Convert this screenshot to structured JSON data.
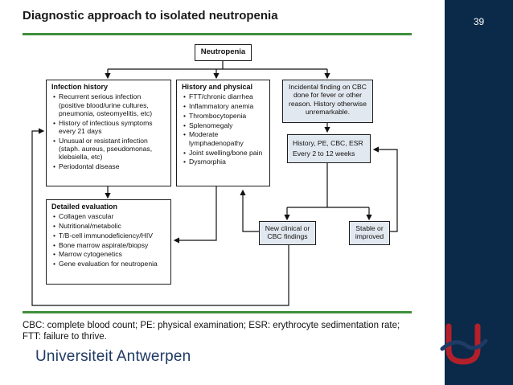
{
  "slide": {
    "title": "Diagnostic approach to isolated neutropenia",
    "page_number": "39"
  },
  "flowchart": {
    "root": "Neutropenia",
    "infection_history": {
      "title": "Infection history",
      "items": [
        "Recurrent serious infection (positive blood/urine cultures, pneumonia, osteomyelitis, etc)",
        "History of infectious symptoms every 21 days",
        "Unusual or resistant infection (staph. aureus, pseudomonas, klebsiella, etc)",
        "Periodontal disease"
      ]
    },
    "history_physical": {
      "title": "History and physical",
      "items": [
        "FTT/chronic diarrhea",
        "Inflammatory anemia",
        "Thrombocytopenia",
        "Splenomegaly",
        "Moderate lymphadenopathy",
        "Joint swelling/bone pain",
        "Dysmorphia"
      ]
    },
    "incidental": "Incidental finding on CBC done for fever or other reason. History otherwise unremarkable.",
    "monitoring": {
      "line1": "History, PE, CBC, ESR",
      "line2": "Every 2 to 12 weeks"
    },
    "detailed_evaluation": {
      "title": "Detailed evaluation",
      "items": [
        "Collagen vascular",
        "Nutritional/metabolic",
        "T/B-cell immunodeficiency/HIV",
        "Bone marrow aspirate/biopsy",
        "Marrow cytogenetics",
        "Gene evaluation for neutropenia"
      ]
    },
    "new_findings": "New clinical or CBC findings",
    "stable": "Stable or improved"
  },
  "footnote": {
    "line1": "CBC: complete blood count; PE: physical examination; ESR: erythrocyte sedimentation rate;",
    "line2": "FTT: failure to thrive."
  },
  "footer": {
    "university": "Universiteit Antwerpen"
  },
  "colors": {
    "accent_green": "#3f8f3a",
    "navy": "#0b2a4a",
    "logo_red": "#b3202a",
    "box_shade": "#e2e8ef"
  }
}
